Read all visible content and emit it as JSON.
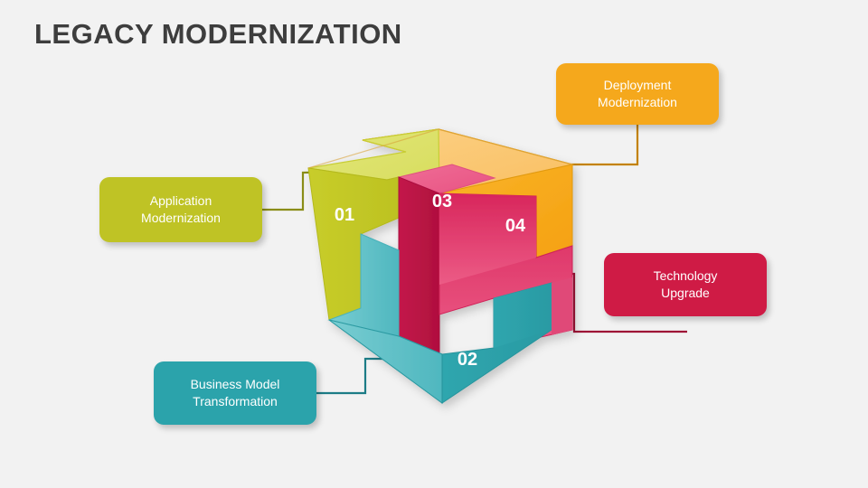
{
  "slide": {
    "title": "LEGACY MODERNIZATION",
    "background": "#f2f2f2",
    "title_color": "#3d3d3d"
  },
  "callouts": [
    {
      "id": "application-modernization",
      "line1": "Application",
      "line2": "Modernization",
      "color": "#bfc325",
      "connector_color": "#8a8d18",
      "number": "01"
    },
    {
      "id": "deployment-modernization",
      "line1": "Deployment",
      "line2": "Modernization",
      "color": "#f5a81c",
      "connector_color": "#c38200",
      "number": "04"
    },
    {
      "id": "technology-upgrade",
      "line1": "Technology",
      "line2": "Upgrade",
      "color": "#cf1b45",
      "connector_color": "#9e1236",
      "number": "03"
    },
    {
      "id": "business-model-transformation",
      "line1": "Business Model",
      "line2": "Transformation",
      "color": "#2ba3ab",
      "connector_color": "#1c7c86",
      "number": "02"
    }
  ],
  "cube": {
    "numbers": [
      "01",
      "02",
      "03",
      "04"
    ],
    "blocks": [
      {
        "number": "01",
        "name": "application-modernization",
        "top": "#dde26a",
        "left": "#c3c825",
        "right": "#b0b520"
      },
      {
        "number": "02",
        "name": "business-model-transformation",
        "top": "#7fd0d4",
        "left": "#62c4ca",
        "right": "#2aa3ab"
      },
      {
        "number": "03",
        "name": "technology-upgrade",
        "top": "#ea5f8b",
        "left": "#bd1244",
        "right": "#e03a6d"
      },
      {
        "number": "04",
        "name": "deployment-modernization",
        "top": "#fbc772",
        "left": "#f7a81d",
        "right": "#f5a81c"
      }
    ]
  }
}
